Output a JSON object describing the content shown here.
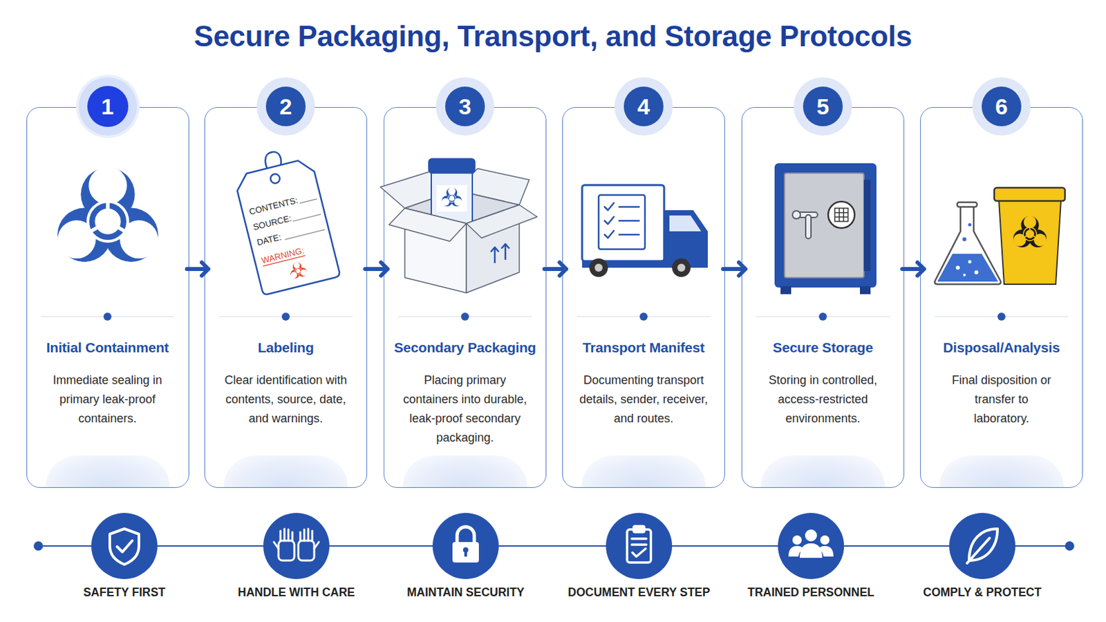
{
  "diagram": {
    "title": "Secure Packaging, Transport, and Storage Protocols",
    "nodes": [
      {
        "text": [
          "Initial Containment",
          "Immediate sealing in primary leak-proof containers."
        ]
      },
      {
        "text": [
          "1"
        ],
        "in": 0
      },
      {
        "text": [
          "Labeling",
          "Clear identification with contents, source, date, and warnings."
        ]
      },
      {
        "text": [
          "2"
        ],
        "in": 2
      },
      {
        "text": [
          "Secondary Packaging",
          "Placing primary containers into durable, leak-proof secondary packaging."
        ]
      },
      {
        "text": [
          "3"
        ],
        "in": 4
      },
      {
        "text": [
          "Transport Manifest",
          "Documenting transport details, sender, receiver, and routes."
        ]
      },
      {
        "text": [
          "4"
        ],
        "in": 6
      },
      {
        "text": [
          "Secure Storage",
          "Storing in controlled, access-restricted environments."
        ]
      },
      {
        "text": [
          "5"
        ],
        "in": 8
      },
      {
        "text": [
          "Disposal/Analysis",
          "Final disposition or transfer to laboratory."
        ]
      },
      {
        "text": [
          "6"
        ],
        "in": 10
      }
    ],
    "edges": [
      {
        "from": 0,
        "to": 2,
        "arrow": "to"
      },
      {
        "from": 2,
        "to": 4,
        "arrow": "to"
      },
      {
        "from": 4,
        "to": 6,
        "arrow": "to"
      },
      {
        "from": 6,
        "to": 8,
        "arrow": "to"
      },
      {
        "from": 8,
        "to": 10,
        "arrow": "to"
      }
    ],
    "labels": [
      "CONTENTS:",
      "SOURCE:",
      "DATE:",
      "WARNING:",
      "SAFETY FIRST",
      "HANDLE WITH CARE",
      "MAINTAIN SECURITY",
      "DOCUMENT EVERY STEP",
      "TRAINED PERSONNEL",
      "COMPLY & PROTECT"
    ]
  }
}
